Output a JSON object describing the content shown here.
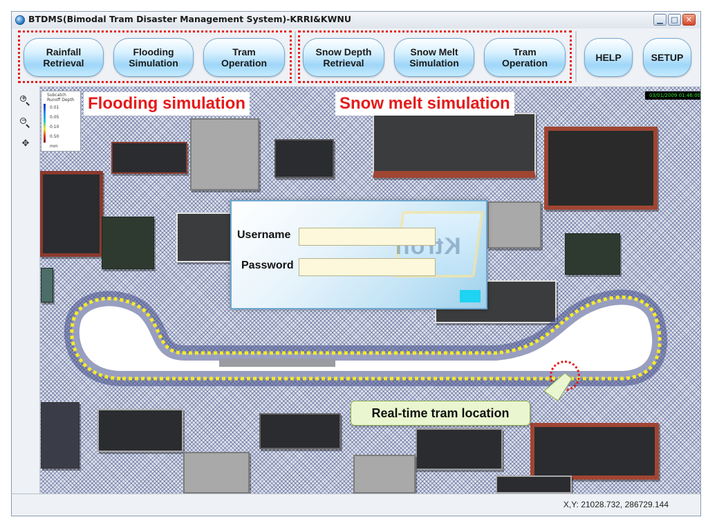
{
  "window": {
    "title": "BTDMS(Bimodal Tram Disaster Management System)-KRRI&KWNU"
  },
  "toolbar": {
    "flooding_group": {
      "rainfall_retrieval": "Rainfall\nRetrieval",
      "flooding_simulation": "Flooding\nSimulation",
      "tram_operation": "Tram\nOperation"
    },
    "snow_group": {
      "snow_depth_retrieval": "Snow Depth\nRetrieval",
      "snow_melt_simulation": "Snow Melt\nSimulation",
      "tram_operation": "Tram\nOperation"
    },
    "help": "HELP",
    "setup": "SETUP"
  },
  "map_tools": {
    "zoom_in_icon": "zoom-in-icon",
    "zoom_out_icon": "zoom-out-icon",
    "pan_icon": "pan-icon"
  },
  "legend": {
    "title_line1": "Subcatch",
    "title_line2": "Runoff Depth",
    "levels": [
      "0.01",
      "0.05",
      "0.10",
      "0.50"
    ],
    "unit": "mm"
  },
  "annotations": {
    "flooding": "Flooding simulation",
    "snow_melt": "Snow melt simulation",
    "tram_location": "Real-time tram location"
  },
  "timestamp": "03/01/2009 01:46:00",
  "login": {
    "username_label": "Username",
    "password_label": "Password",
    "username_value": "",
    "password_value": "",
    "watermark": "Ktron"
  },
  "status": {
    "coordinates": "X,Y: 21028.732, 286729.144"
  },
  "colors": {
    "highlight_red": "#e41b1b",
    "track_yellow": "#f5ea2c",
    "button_blue": "#9fd6f8"
  }
}
